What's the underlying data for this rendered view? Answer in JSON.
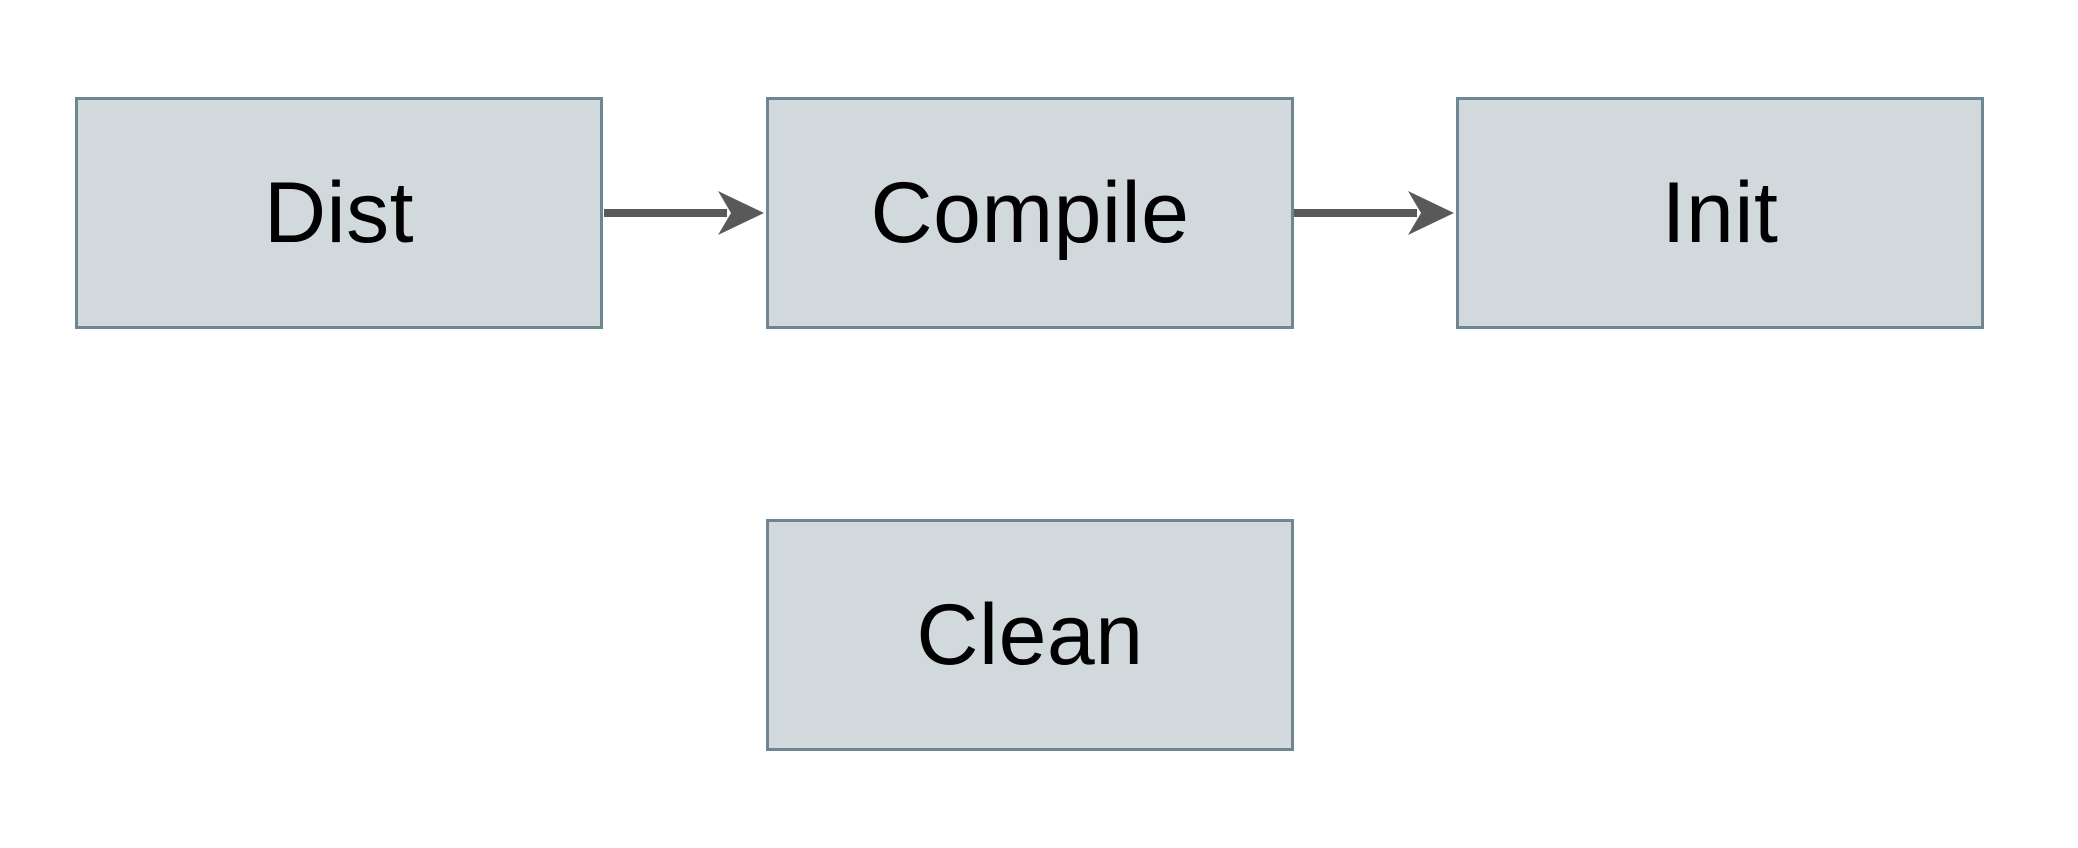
{
  "diagram": {
    "title": "",
    "nodes": {
      "dist": {
        "label": "Dist"
      },
      "compile": {
        "label": "Compile"
      },
      "init": {
        "label": "Init"
      },
      "clean": {
        "label": "Clean"
      }
    },
    "edges": [
      {
        "from": "Dist",
        "to": "Compile",
        "style": "arrow"
      },
      {
        "from": "Compile",
        "to": "Init",
        "style": "arrow"
      }
    ],
    "colors": {
      "background": "#ffffff",
      "node_fill": "#d2d9dc",
      "node_border": "#6d8692",
      "arrow": "#595959",
      "text": "#000000"
    }
  }
}
